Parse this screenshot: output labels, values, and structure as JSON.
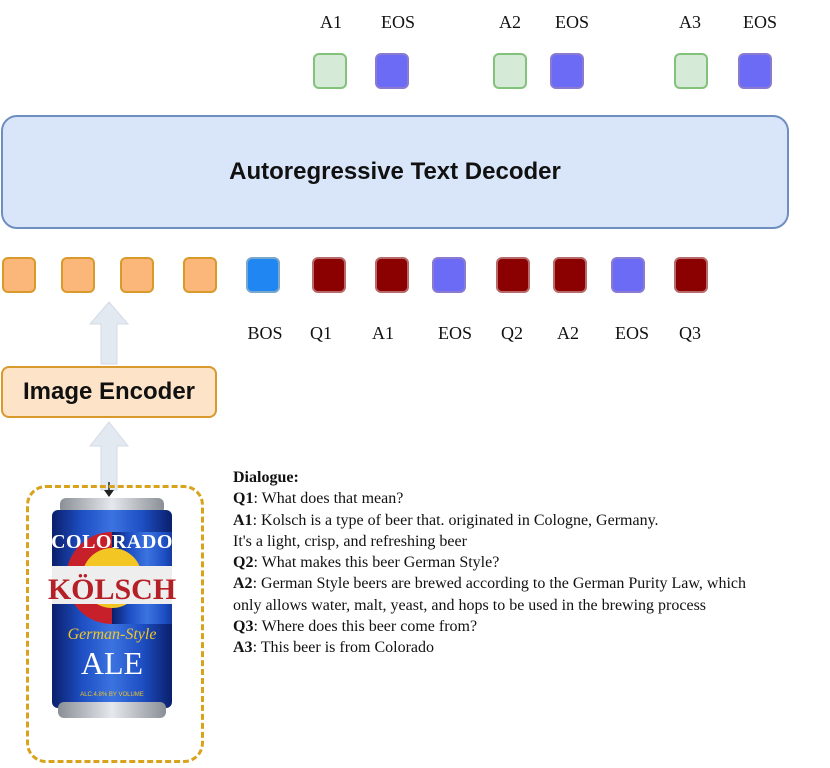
{
  "decoder": {
    "label": "Autoregressive Text Decoder"
  },
  "encoder": {
    "label": "Image Encoder"
  },
  "output_tokens": [
    "A1",
    "EOS",
    "A2",
    "EOS",
    "A3",
    "EOS"
  ],
  "input_tokens": [
    "BOS",
    "Q1",
    "A1",
    "EOS",
    "Q2",
    "A2",
    "EOS",
    "Q3"
  ],
  "colors": {
    "image_token": "#fbb67a",
    "bos_token": "#1f86f2",
    "question_token": "#8b0000",
    "eos_token": "#6b6bf6",
    "answer_token": "#d5ead7"
  },
  "can": {
    "brand": "COLORADO",
    "name": "KÖLSCH",
    "style": "German-Style",
    "type": "ALE",
    "fineprint": "ALC.4.8% BY VOLUME"
  },
  "dialogue": {
    "heading": "Dialogue:",
    "lines": [
      {
        "speaker": "Q1",
        "text": ": What does that mean?"
      },
      {
        "speaker": "A1",
        "text": ": Kolsch is a type of beer that. originated in Cologne, Germany."
      },
      {
        "speaker": "",
        "text": "It's a light, crisp, and refreshing beer"
      },
      {
        "speaker": "Q2",
        "text": ": What makes this beer German Style?"
      },
      {
        "speaker": "A2",
        "text": ": German Style beers are brewed according to the German Purity Law, which"
      },
      {
        "speaker": "",
        "text": "only allows water, malt, yeast, and hops to be used in the brewing process"
      },
      {
        "speaker": "Q3",
        "text": ": Where does this beer come from?"
      },
      {
        "speaker": "A3",
        "text": ": This beer is from Colorado"
      }
    ]
  }
}
